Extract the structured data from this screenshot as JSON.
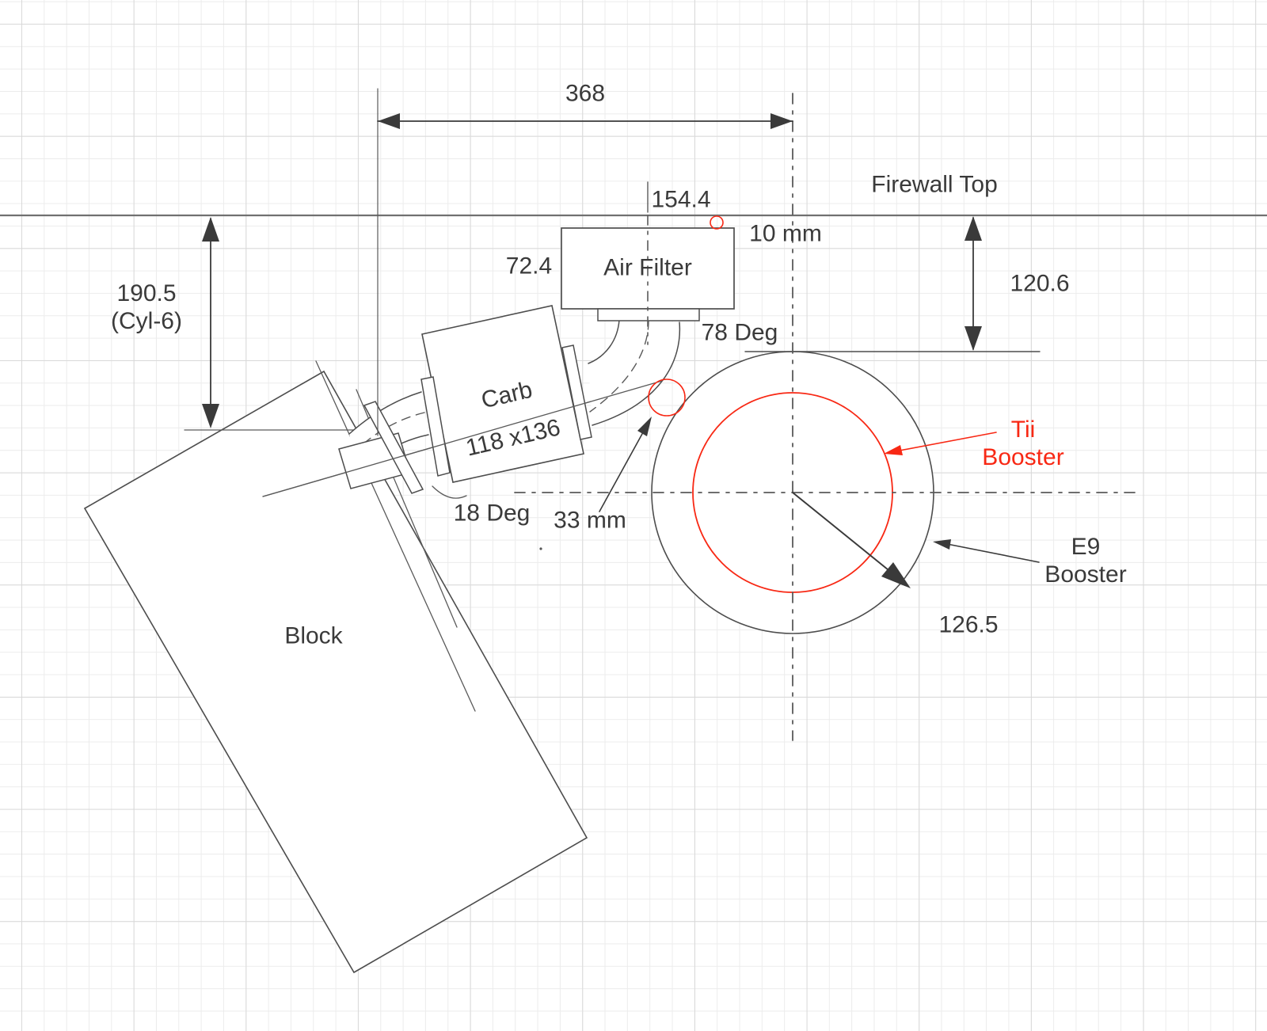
{
  "diagram": {
    "type": "engine-packaging-cad-sketch",
    "colors": {
      "accent_red": "#f82814",
      "line": "#4d4d4d",
      "text": "#3a3a3a",
      "grid_minor": "#ececec",
      "grid_major": "#d9d9d9",
      "background": "#ffffff"
    },
    "labels": {
      "dim_368": "368",
      "dim_154_4": "154.4",
      "dim_72_4": "72.4",
      "dim_10mm": "10 mm",
      "firewall_top": "Firewall Top",
      "dim_120_6": "120.6",
      "dim_190_5": "190.5",
      "dim_cyl6": "(Cyl-6)",
      "air_filter": "Air Filter",
      "carb": "Carb",
      "carb_size": "118 x136",
      "deg_78": "78 Deg",
      "deg_18": "18 Deg",
      "dim_33mm": "33 mm",
      "tii_line1": "Tii",
      "tii_line2": "Booster",
      "e9_line1": "E9",
      "e9_line2": "Booster",
      "dim_126_5": "126.5",
      "block": "Block"
    }
  }
}
